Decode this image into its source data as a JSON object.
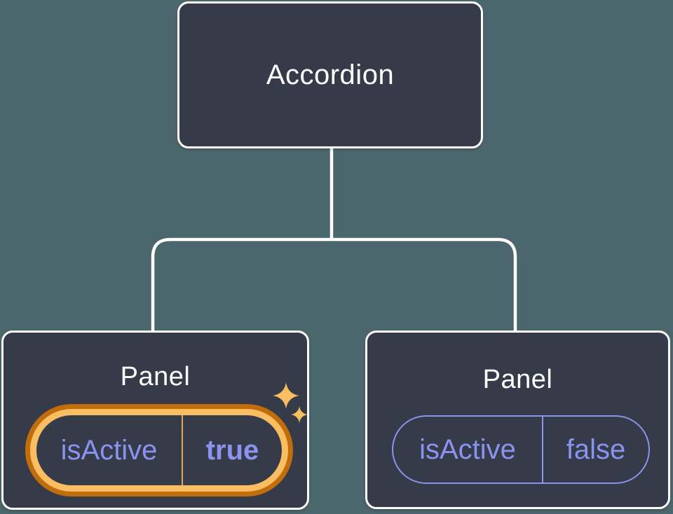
{
  "colors": {
    "background": "#4C666D",
    "node_fill": "#353B48",
    "node_border": "#FFFFFF",
    "text_primary": "#FFFFFF",
    "state_text": "#8A93F0",
    "highlight_ring_outer": "#C16D0B",
    "highlight_ring_inner": "#F9BD62",
    "highlight_divider": "#E9A750",
    "sparkle": "#F9BD62"
  },
  "tree": {
    "root": {
      "label": "Accordion"
    },
    "children": [
      {
        "label": "Panel",
        "state": {
          "key": "isActive",
          "value": "true"
        },
        "highlighted": true
      },
      {
        "label": "Panel",
        "state": {
          "key": "isActive",
          "value": "false"
        },
        "highlighted": false
      }
    ]
  }
}
